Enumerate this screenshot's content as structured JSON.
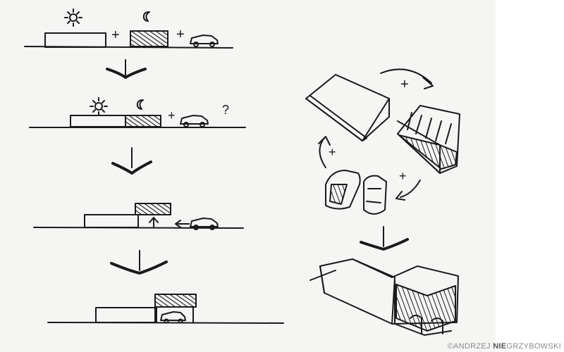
{
  "sketch": {
    "question_mark": "?",
    "plus_sign": "+"
  },
  "credit": {
    "prefix": "©ANDRZEJ ",
    "bold": "NIE",
    "suffix": "GRZYBOWSKI"
  },
  "colors": {
    "ink": "#1a1a1a",
    "paper": "#f5f5f4"
  }
}
